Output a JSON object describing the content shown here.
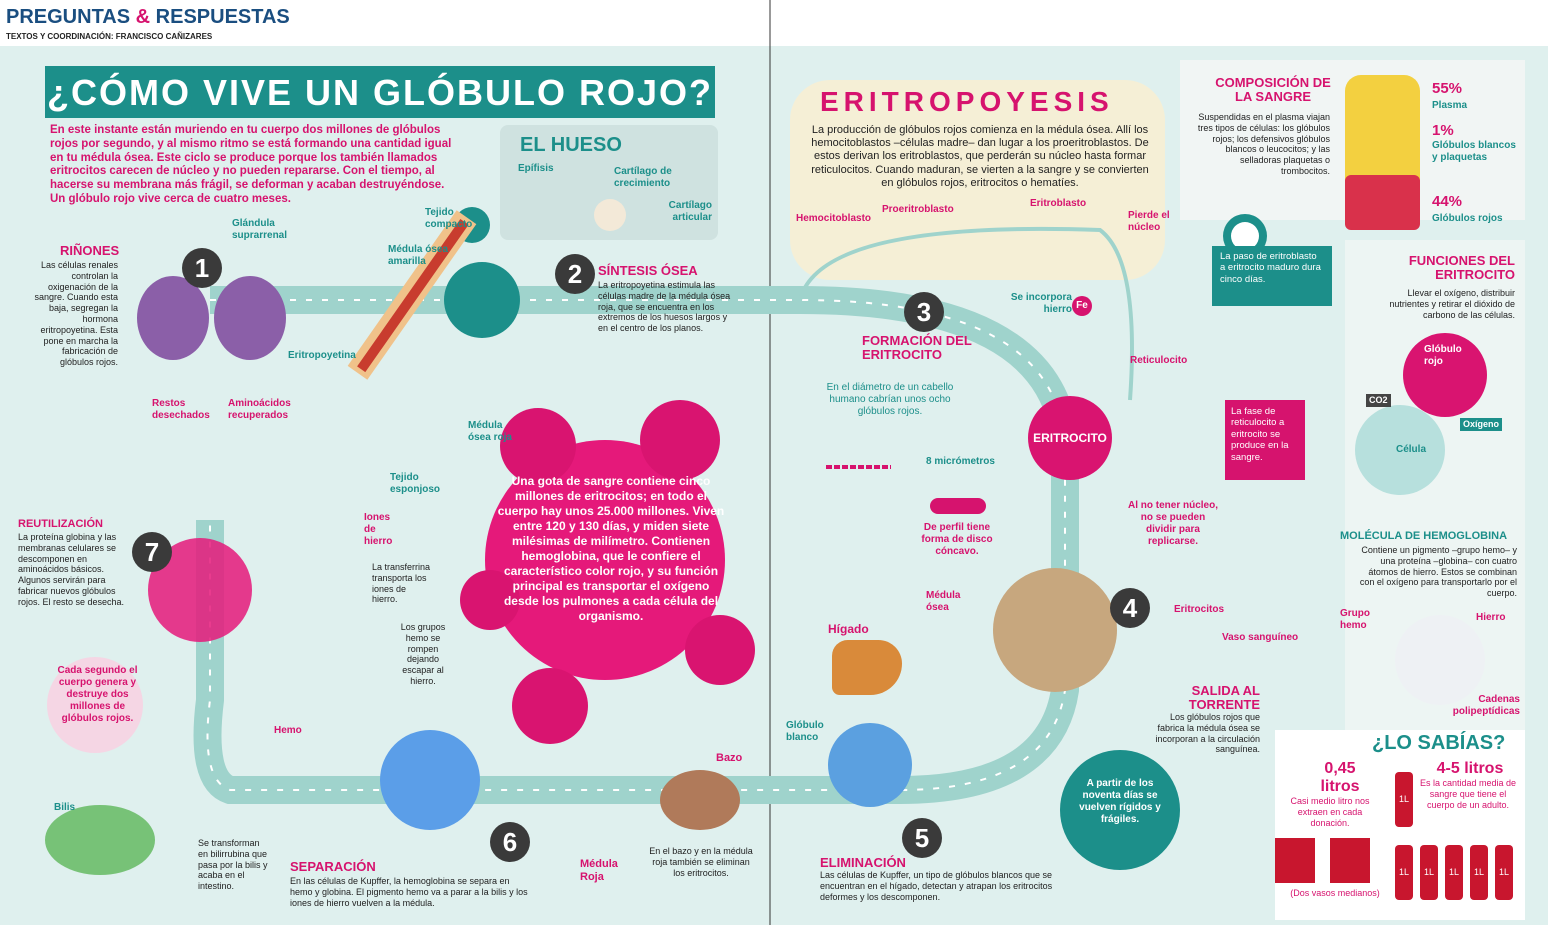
{
  "header": {
    "section": "PREGUNTAS",
    "amp": "&",
    "section2": "RESPUESTAS",
    "credits": "TEXTOS Y COORDINACIÓN: FRANCISCO CAÑIZARES"
  },
  "title": "¿CÓMO VIVE UN GLÓBULO ROJO?",
  "intro": "En este instante están muriendo en tu cuerpo dos millones de glóbulos rojos por segundo, y al mismo ritmo se está formando una cantidad igual en tu médula ósea. Este ciclo se produce porque los también llamados eritrocitos carecen de núcleo y no pueden repararse. Con el tiempo, al hacerse su membrana más frágil, se deforman y acaban destruyéndose. Un glóbulo rojo vive cerca de cuatro meses.",
  "hueso": {
    "title": "EL HUESO",
    "epifisis": "Epífisis",
    "cartilago_crec": "Cartílago de crecimiento",
    "cartilago_art": "Cartílago articular",
    "tejido_compacto": "Tejido compacto",
    "medula_amarilla": "Médula ósea amarilla",
    "medula_roja": "Médula ósea roja",
    "tejido_esponjoso": "Tejido esponjoso"
  },
  "rinones": {
    "title": "RIÑONES",
    "text": "Las células renales controlan la oxigenación de la sangre. Cuando esta baja, segregan la hormona eritropoyetina. Esta pone en marcha la fabricación de glóbulos rojos.",
    "glandula": "Glándula suprarrenal",
    "eritropoyetina": "Eritropoyetina"
  },
  "sintesis": {
    "title": "SÍNTESIS ÓSEA",
    "text": "La eritropoyetina estimula las células madre de la médula ósea roja, que se encuentra en los extremos de los huesos largos y en el centro de los planos."
  },
  "eritropoyesis": {
    "title": "ERITROPOYESIS",
    "text": "La producción de glóbulos rojos comienza en la médula ósea. Allí los hemocitoblastos –células madre– dan lugar a los proeritroblastos. De estos derivan los eritroblastos, que perderán su núcleo hasta formar reticulocitos. Cuando maduran, se vierten a la sangre y se convierten en glóbulos rojos, eritrocitos o hematíes.",
    "hemocitoblasto": "Hemocitoblasto",
    "proeritroblasto": "Proeritroblasto",
    "eritroblasto": "Eritroblasto",
    "pierde_nucleo": "Pierde el núcleo",
    "se_incorpora": "Se incorpora hierro",
    "fe": "Fe",
    "reticulocito": "Reticulocito",
    "paso": "La paso de eritroblasto a eritrocito maduro dura cinco días.",
    "fase": "La fase de reticulocito a eritrocito se produce en la sangre."
  },
  "composicion": {
    "title": "COMPOSICIÓN DE LA SANGRE",
    "text": "Suspendidas en el plasma viajan tres tipos de células: los glóbulos rojos; los defensivos glóbulos blancos o leucocitos; y las selladoras plaquetas o trombocitos.",
    "p1": "55%",
    "l1": "Plasma",
    "p2": "1%",
    "l2": "Glóbulos blancos y plaquetas",
    "p3": "44%",
    "l3": "Glóbulos rojos"
  },
  "funciones": {
    "title": "FUNCIONES DEL ERITROCITO",
    "text": "Llevar el oxígeno, distribuir nutrientes y retirar el dióxido de carbono de las células.",
    "globulo": "Glóbulo rojo",
    "co2": "CO2",
    "oxigeno": "Oxígeno",
    "celula": "Célula"
  },
  "hemoglobina": {
    "title": "MOLÉCULA DE HEMOGLOBINA",
    "text": "Contiene un pigmento –grupo hemo– y una proteína –globina– con cuatro átomos de hierro. Estos se combinan con el oxígeno para transportarlo por el cuerpo.",
    "grupo_hemo": "Grupo hemo",
    "hierro": "Hierro",
    "cadenas": "Cadenas polipeptídicas"
  },
  "sabias": {
    "title": "¿LO SABÍAS?",
    "v1": "0,45 litros",
    "t1": "Casi medio litro nos extraen en cada donación.",
    "v2": "4-5 litros",
    "t2": "Es la cantidad media de sangre que tiene el cuerpo de un adulto.",
    "vasos": "(Dos vasos medianos)",
    "bottle": "1L"
  },
  "formacion": {
    "title": "FORMACIÓN DEL ERITROCITO",
    "diametro": "En el diámetro de un cabello humano cabrían unos ocho glóbulos rojos.",
    "micrometros": "8 micrómetros",
    "perfil": "De perfil tiene forma de disco cóncavo.",
    "eritrocito": "ERITROCITO",
    "nucleo": "Al no tener núcleo, no se pueden dividir para replicarse."
  },
  "centro": "Una gota de sangre contiene cinco millones de eritrocitos; en todo el cuerpo hay unos 25.000 millones. Viven entre 120 y 130 días, y miden siete milésimas de milímetro. Contienen hemoglobina, que le confiere el característico color rojo, y su función principal es transportar el oxígeno desde los pulmones a cada célula del organismo.",
  "salida": {
    "title": "SALIDA AL TORRENTE",
    "text": "Los glóbulos rojos que fabrica la médula ósea se incorporan a la circulación sanguínea.",
    "medula": "Médula ósea",
    "eritrocitos": "Eritrocitos",
    "vaso": "Vaso sanguíneo"
  },
  "eliminacion": {
    "title": "ELIMINACIÓN",
    "text": "Las células de Kupffer, un tipo de glóbulos blancos que se encuentran en el hígado, detectan y atrapan los eritrocitos deformes y los descomponen.",
    "higado": "Hígado",
    "globulo_blanco": "Glóbulo blanco",
    "noventa": "A partir de los noventa días se vuelven rígidos y frágiles."
  },
  "bazo": {
    "label": "Bazo",
    "medula": "Médula Roja",
    "text": "En el bazo y en la médula roja también se eliminan los eritrocitos."
  },
  "separacion": {
    "title": "SEPARACIÓN",
    "text": "En las células de Kupffer, la hemoglobina se separa en hemo y globina. El pigmento hemo va a parar a la bilis y los iones de hierro vuelven a la médula.",
    "hemo": "Hemo",
    "bilis": "Bilis",
    "bilirrubina": "Se transforman en bilirrubina que pasa por la bilis y acaba en el intestino.",
    "grupos": "Los grupos hemo se rompen dejando escapar al hierro.",
    "transferrina": "La transferrina transporta los iones de hierro.",
    "iones": "Iones de hierro"
  },
  "reutilizacion": {
    "title": "REUTILIZACIÓN",
    "text": "La proteína globina y las membranas celulares se descomponen en aminoácidos básicos. Algunos servirán para fabricar nuevos glóbulos rojos. El resto se desecha.",
    "restos": "Restos desechados",
    "aminoacidos": "Aminoácidos recuperados",
    "cada_segundo": "Cada segundo el cuerpo genera y destruye dos millones de glóbulos rojos."
  },
  "steps": [
    "1",
    "2",
    "3",
    "4",
    "5",
    "6",
    "7"
  ]
}
